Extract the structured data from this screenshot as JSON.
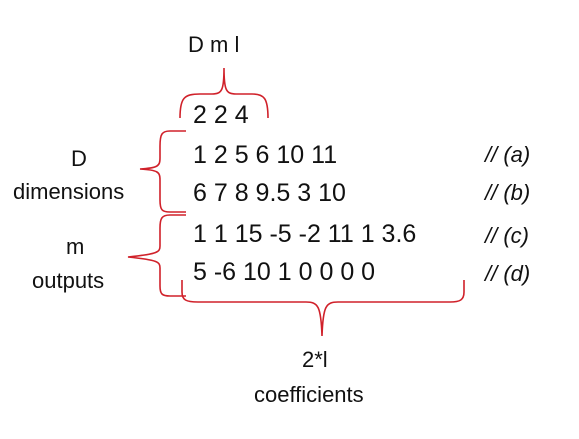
{
  "top_label": "D m l",
  "header_row": "2 2 4",
  "rows": [
    {
      "text": "1 2 5 6 10 11",
      "comment": "// (a)"
    },
    {
      "text": "6 7 8 9.5 3 10",
      "comment": "// (b)"
    },
    {
      "text": "1 1 15 -5 -2 11 1 3.6",
      "comment": "// (c)"
    },
    {
      "text": "5 -6 10 1 0 0 0 0",
      "comment": "// (d)"
    }
  ],
  "left_labels": {
    "d_line1": "D",
    "d_line2": "dimensions",
    "m_line1": "m",
    "m_line2": "outputs"
  },
  "bottom_label": {
    "line1": "2*l",
    "line2": "coefficients"
  },
  "bracket_color": "#d0212a"
}
